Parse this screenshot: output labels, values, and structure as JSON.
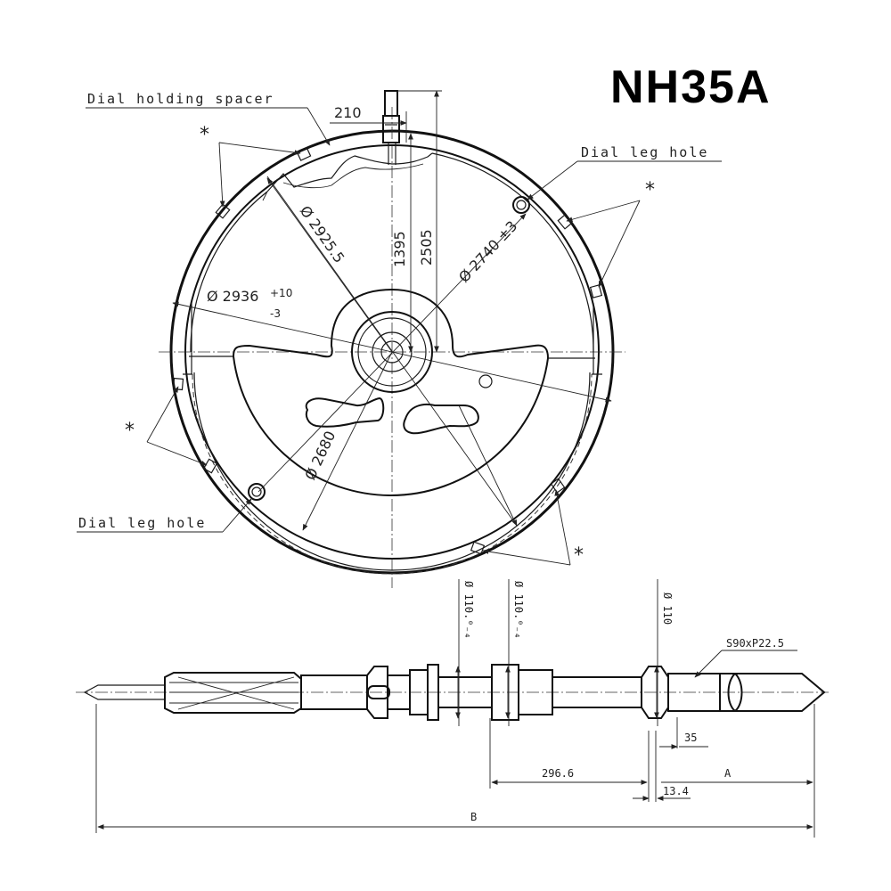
{
  "title": "NH35A",
  "labels": {
    "dial_holding_spacer": "Dial holding spacer",
    "dial_leg_hole_top": "Dial leg hole",
    "dial_leg_hole_bottom": "Dial leg hole",
    "star": "*"
  },
  "dimensions": {
    "d210": "210",
    "d1395": "1395",
    "d2505": "2505",
    "d2925": "Ø 2925.5",
    "d2740": "Ø 2740 ±3",
    "d2936": "Ø 2936",
    "d2936_tol_up": "+10",
    "d2936_tol_dn": "-3",
    "d2680": "Ø 2680"
  },
  "stem": {
    "dia1": "Ø 110.⁰₋₄",
    "dia2": "Ø 110.⁰₋₄",
    "dia3": "Ø 110",
    "thread": "S90xP22.5",
    "d35": "35",
    "d2966": "296.6",
    "dA": "A",
    "d134": "13.4",
    "dB": "B"
  }
}
